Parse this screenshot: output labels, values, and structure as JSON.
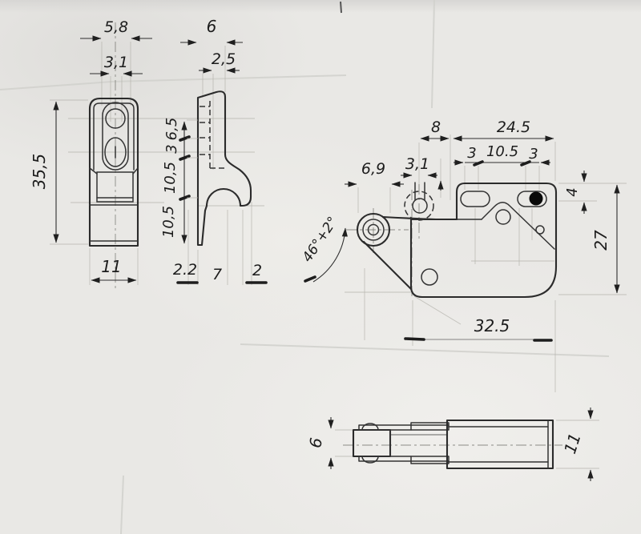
{
  "drawing": {
    "paper_color": "#e9e8e5",
    "ink_color": "#2b2b2b",
    "views": {
      "front": {
        "dims": {
          "slot_width": "5,8",
          "hole_width": "3,1",
          "height": "35,5",
          "width": "11"
        }
      },
      "side": {
        "dims": {
          "depth": "6",
          "top_inset": "2,5",
          "seg_top": "6,5",
          "seg_upper": "3",
          "seg_mid": "10,5",
          "seg_lower": "10,5",
          "foot_left": "2.2",
          "foot_mid": "7",
          "foot_right": "2"
        }
      },
      "main": {
        "dims": {
          "pin_offset": "8",
          "top_width": "24.5",
          "slot_left_width": "3",
          "slot_spacing": "10.5",
          "slot_right_width": "3",
          "roller_dia": "6,9",
          "pin_width": "3,1",
          "flange_height": "4",
          "body_height": "27",
          "lever_angle": "46°+2°",
          "body_width": "32.5"
        }
      },
      "bottom": {
        "dims": {
          "depth": "6",
          "housing_height": "11"
        }
      }
    }
  }
}
